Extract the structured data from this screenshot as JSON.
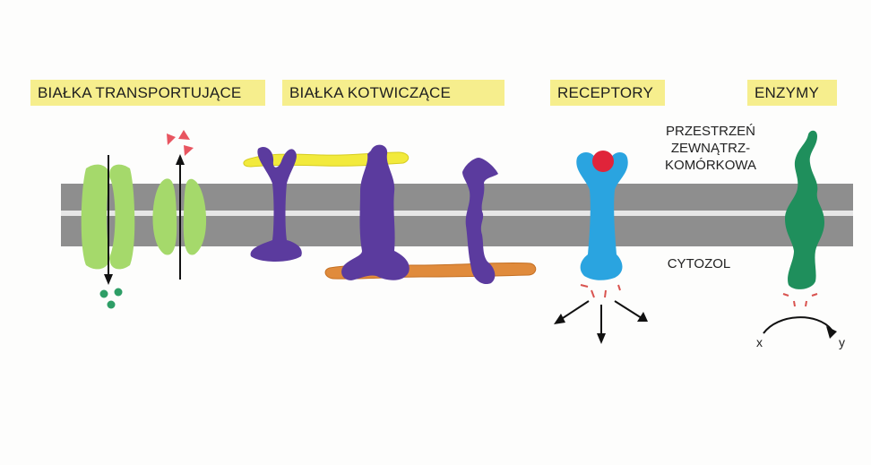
{
  "categories": {
    "transport": "BIAŁKA TRANSPORTUJĄCE",
    "anchor": "BIAŁKA KOTWICZĄCE",
    "receptors": "RECEPTORY",
    "enzymes": "ENZYMY"
  },
  "regions": {
    "extracellular": [
      "PRZESTRZEŃ",
      "ZEWNĄTRZ-",
      "KOMÓRKOWA"
    ],
    "cytosol": "CYTOZOL"
  },
  "reaction": {
    "substrate": "x",
    "product": "y"
  },
  "colors": {
    "label_bg": "#f6ee8d",
    "membrane": "#8e8e8e",
    "channel": "#a5d96b",
    "anchor_protein": "#5b3b9e",
    "extracellular_fiber": "#f2ea3c",
    "cytoskeleton_fiber": "#e08b3c",
    "receptor": "#2aa4e0",
    "ligand": "#e0243a",
    "enzyme": "#1f8f5c",
    "transported_out": "#2e9e66",
    "transported_in": "#e85560"
  }
}
